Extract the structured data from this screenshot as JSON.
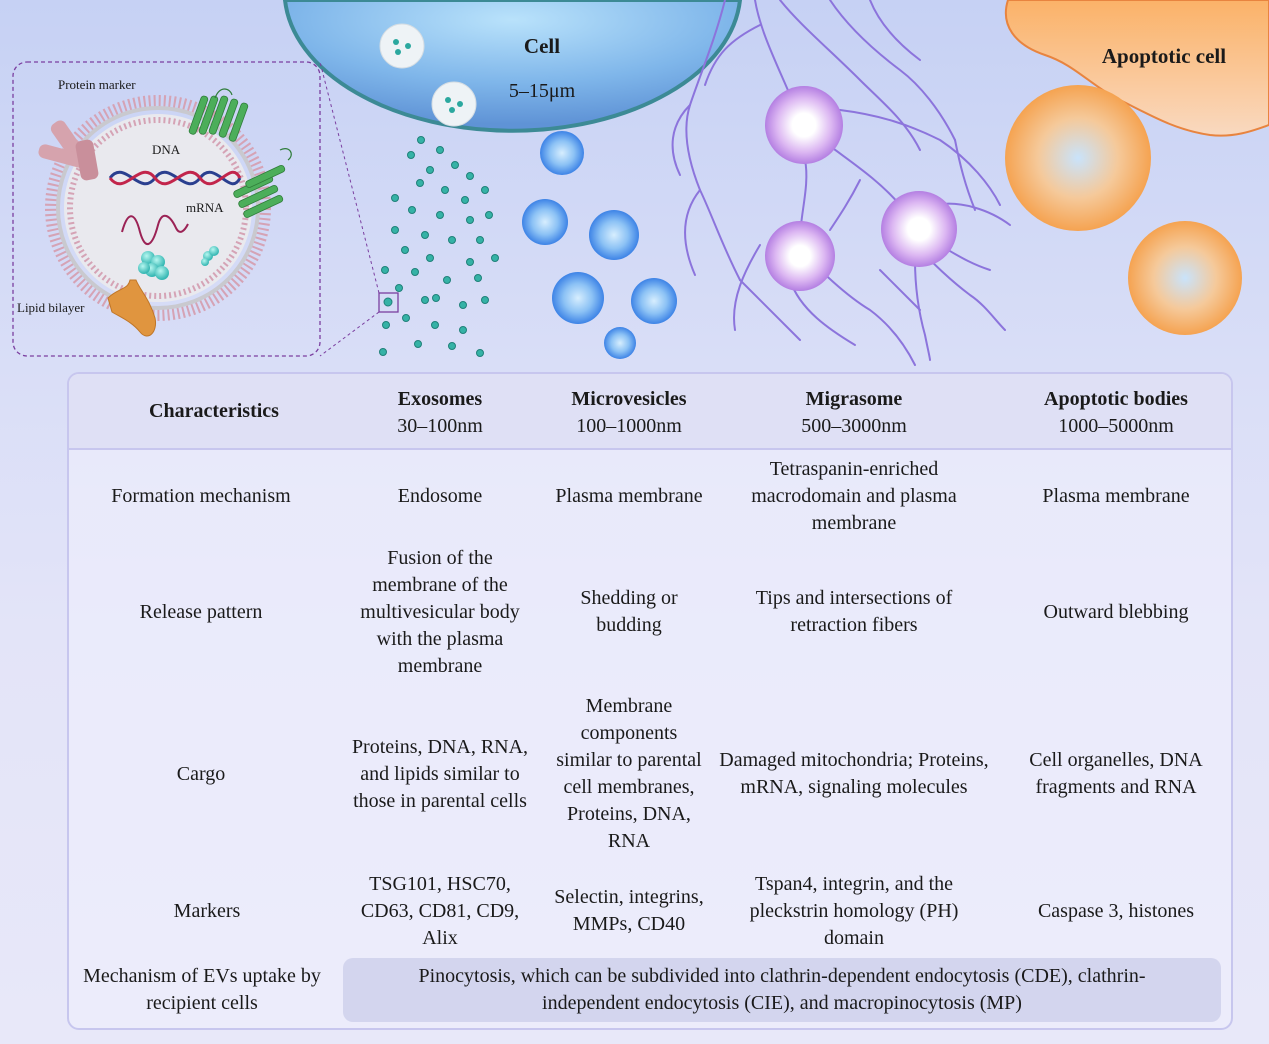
{
  "illustration": {
    "cell_label": "Cell",
    "cell_size": "5–15μm",
    "apoptotic_label": "Apoptotic cell",
    "inset_labels": {
      "protein_marker": "Protein marker",
      "dna": "DNA",
      "mrna": "mRNA",
      "lipid_bilayer": "Lipid bilayer"
    }
  },
  "table": {
    "header": {
      "characteristics": "Characteristics",
      "columns": [
        {
          "name": "Exosomes",
          "size": "30–100nm"
        },
        {
          "name": "Microvesicles",
          "size": "100–1000nm"
        },
        {
          "name": "Migrasome",
          "size": "500–3000nm"
        },
        {
          "name": "Apoptotic bodies",
          "size": "1000–5000nm"
        }
      ]
    },
    "rows": [
      {
        "label": "Formation mechanism",
        "values": [
          "Endosome",
          "Plasma membrane",
          "Tetraspanin-enriched macrodomain and plasma membrane",
          "Plasma membrane"
        ]
      },
      {
        "label": "Release pattern",
        "values": [
          "Fusion of the membrane of the multivesicular body with the plasma membrane",
          "Shedding or budding",
          "Tips and intersections of retraction fibers",
          "Outward blebbing"
        ]
      },
      {
        "label": "Cargo",
        "values": [
          "Proteins, DNA, RNA, and lipids similar to those in parental cells",
          "Membrane components similar to parental cell membranes, Proteins, DNA, RNA",
          "Damaged mitochondria; Proteins, mRNA, signaling molecules",
          "Cell organelles, DNA fragments and RNA"
        ]
      },
      {
        "label": "Markers",
        "values": [
          "TSG101, HSC70, CD63, CD81, CD9, Alix",
          "Selectin, integrins, MMPs, CD40",
          "Tspan4, integrin, and the pleckstrin homology (PH) domain",
          "Caspase 3, histones"
        ]
      }
    ],
    "uptake": {
      "label": "Mechanism of EVs uptake by recipient cells",
      "value": "Pinocytosis, which can be subdivided into clathrin-dependent endocytosis (CDE), clathrin-independent endocytosis (CIE), and macropinocytosis (MP)"
    }
  }
}
